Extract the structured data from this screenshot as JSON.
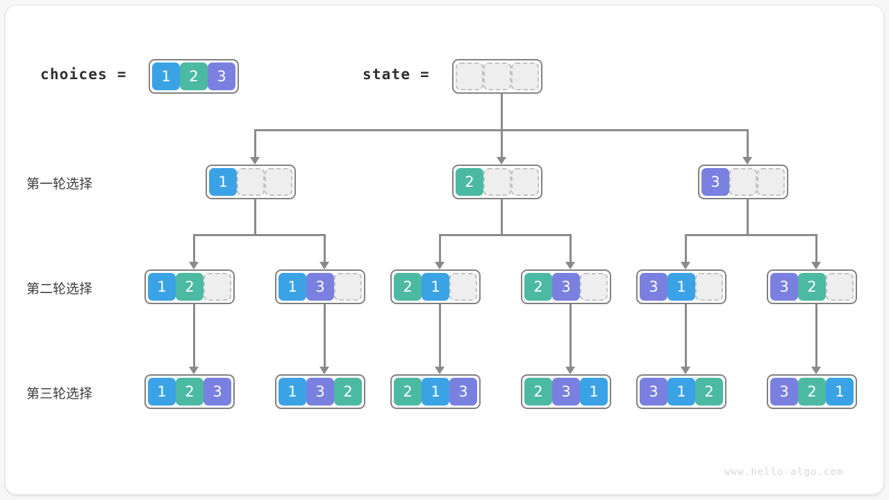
{
  "watermark": "www.hello-algo.com",
  "header": {
    "choices_label": "choices =",
    "state_label": "state ="
  },
  "rows": [
    {
      "label": "第一轮选择"
    },
    {
      "label": "第二轮选择"
    },
    {
      "label": "第三轮选择"
    }
  ],
  "colors": {
    "value_1": "#3BA2E6",
    "value_2": "#4CB9A3",
    "value_3": "#7A80DF",
    "empty_cell": "#eeeeee",
    "empty_border": "#c2c2c2",
    "array_border": "#808080",
    "connector": "#8a8a8a",
    "background": "#ffffff",
    "page_background": "#f7f7f7"
  },
  "choices": {
    "cells": [
      "1",
      "2",
      "3"
    ]
  },
  "state": {
    "cells": [
      "",
      "",
      ""
    ]
  },
  "round1": [
    {
      "cells": [
        "1",
        "",
        ""
      ]
    },
    {
      "cells": [
        "2",
        "",
        ""
      ]
    },
    {
      "cells": [
        "3",
        "",
        ""
      ]
    }
  ],
  "round2": [
    {
      "cells": [
        "1",
        "2",
        ""
      ]
    },
    {
      "cells": [
        "1",
        "3",
        ""
      ]
    },
    {
      "cells": [
        "2",
        "1",
        ""
      ]
    },
    {
      "cells": [
        "2",
        "3",
        ""
      ]
    },
    {
      "cells": [
        "3",
        "1",
        ""
      ]
    },
    {
      "cells": [
        "3",
        "2",
        ""
      ]
    }
  ],
  "round3": [
    {
      "cells": [
        "1",
        "2",
        "3"
      ]
    },
    {
      "cells": [
        "1",
        "3",
        "2"
      ]
    },
    {
      "cells": [
        "2",
        "1",
        "3"
      ]
    },
    {
      "cells": [
        "2",
        "3",
        "1"
      ]
    },
    {
      "cells": [
        "3",
        "1",
        "2"
      ]
    },
    {
      "cells": [
        "3",
        "2",
        "1"
      ]
    }
  ]
}
